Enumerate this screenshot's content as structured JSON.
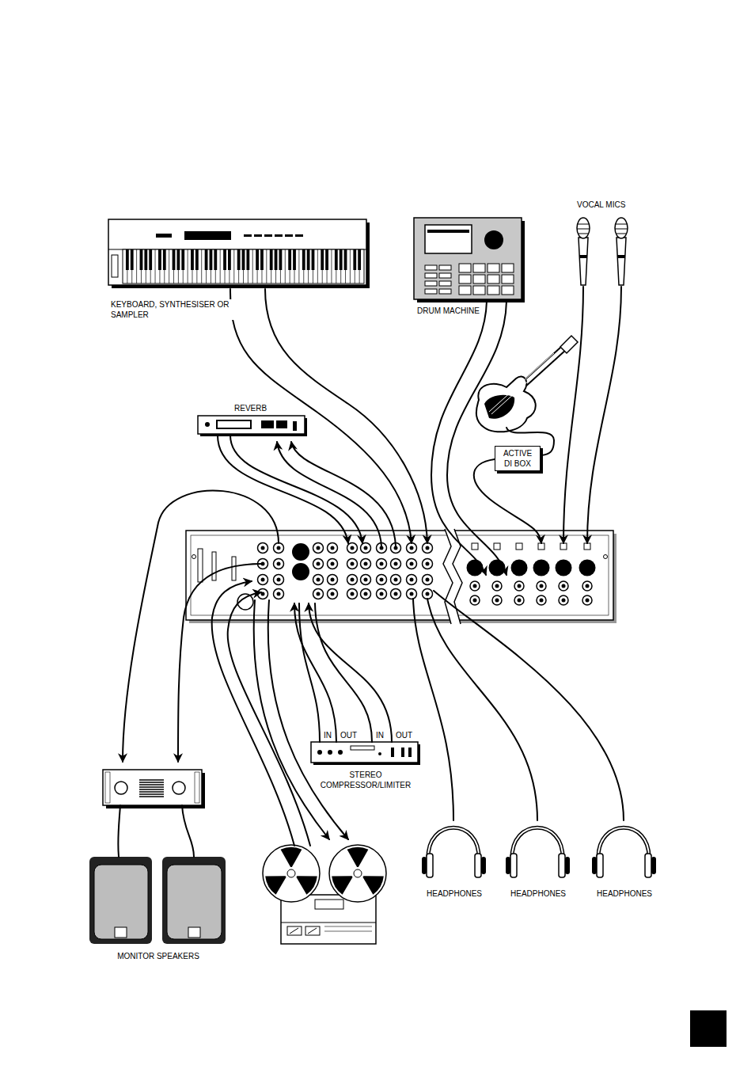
{
  "diagram": {
    "nodes": [
      {
        "text": [
          "VOCAL MICS"
        ]
      },
      {
        "text": [
          "KEYBOARD, SYNTHESISER OR SAMPLER"
        ]
      },
      {
        "text": [
          "DRUM MACHINE"
        ]
      },
      {
        "text": [
          "REVERB"
        ]
      },
      {
        "text": [
          "ACTIVE DI BOX"
        ]
      },
      {
        "text": [
          "IN",
          "OUT",
          "IN",
          "OUT",
          "STEREO COMPRESSOR/LIMITER"
        ]
      },
      {
        "text": [
          "HEADPHONES"
        ]
      },
      {
        "text": [
          "HEADPHONES"
        ]
      },
      {
        "text": [
          "HEADPHONES"
        ]
      },
      {
        "text": [
          "MONITOR SPEAKERS"
        ]
      }
    ]
  }
}
